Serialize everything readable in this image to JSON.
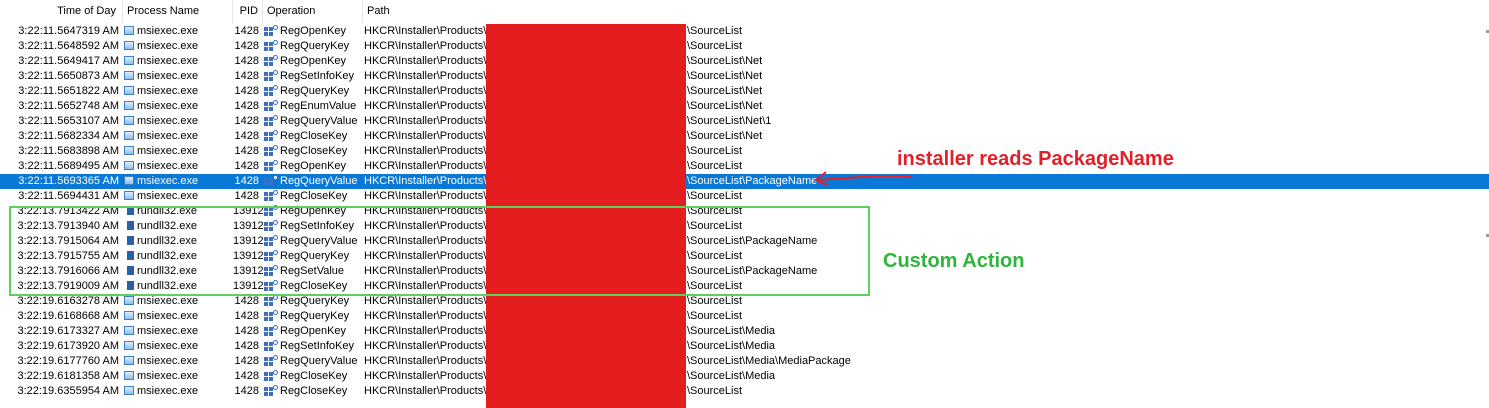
{
  "columns": {
    "time": "Time of Day",
    "process": "Process Name",
    "pid": "PID",
    "operation": "Operation",
    "path": "Path"
  },
  "path_prefix": "HKCR\\Installer\\Products\\",
  "rows": [
    {
      "time": "3:22:11.5647319 AM",
      "process": "msiexec.exe",
      "icon": "msiexec-icon",
      "pid": "1428",
      "operation": "RegOpenKey",
      "path_suffix": "\\SourceList"
    },
    {
      "time": "3:22:11.5648592 AM",
      "process": "msiexec.exe",
      "icon": "msiexec-icon",
      "pid": "1428",
      "operation": "RegQueryKey",
      "path_suffix": "\\SourceList"
    },
    {
      "time": "3:22:11.5649417 AM",
      "process": "msiexec.exe",
      "icon": "msiexec-icon",
      "pid": "1428",
      "operation": "RegOpenKey",
      "path_suffix": "\\SourceList\\Net"
    },
    {
      "time": "3:22:11.5650873 AM",
      "process": "msiexec.exe",
      "icon": "msiexec-icon",
      "pid": "1428",
      "operation": "RegSetInfoKey",
      "path_suffix": "\\SourceList\\Net"
    },
    {
      "time": "3:22:11.5651822 AM",
      "process": "msiexec.exe",
      "icon": "msiexec-icon",
      "pid": "1428",
      "operation": "RegQueryKey",
      "path_suffix": "\\SourceList\\Net"
    },
    {
      "time": "3:22:11.5652748 AM",
      "process": "msiexec.exe",
      "icon": "msiexec-icon",
      "pid": "1428",
      "operation": "RegEnumValue",
      "path_suffix": "\\SourceList\\Net"
    },
    {
      "time": "3:22:11.5653107 AM",
      "process": "msiexec.exe",
      "icon": "msiexec-icon",
      "pid": "1428",
      "operation": "RegQueryValue",
      "path_suffix": "\\SourceList\\Net\\1"
    },
    {
      "time": "3:22:11.5682334 AM",
      "process": "msiexec.exe",
      "icon": "msiexec-icon",
      "pid": "1428",
      "operation": "RegCloseKey",
      "path_suffix": "\\SourceList\\Net"
    },
    {
      "time": "3:22:11.5683898 AM",
      "process": "msiexec.exe",
      "icon": "msiexec-icon",
      "pid": "1428",
      "operation": "RegCloseKey",
      "path_suffix": "\\SourceList"
    },
    {
      "time": "3:22:11.5689495 AM",
      "process": "msiexec.exe",
      "icon": "msiexec-icon",
      "pid": "1428",
      "operation": "RegOpenKey",
      "path_suffix": "\\SourceList"
    },
    {
      "time": "3:22:11.5693365 AM",
      "process": "msiexec.exe",
      "icon": "msiexec-icon",
      "pid": "1428",
      "operation": "RegQueryValue",
      "path_suffix": "\\SourceList\\PackageName",
      "selected": true
    },
    {
      "time": "3:22:11.5694431 AM",
      "process": "msiexec.exe",
      "icon": "msiexec-icon",
      "pid": "1428",
      "operation": "RegCloseKey",
      "path_suffix": "\\SourceList"
    },
    {
      "time": "3:22:13.7913422 AM",
      "process": "rundll32.exe",
      "icon": "rundll32-icon",
      "pid": "13912",
      "operation": "RegOpenKey",
      "path_suffix": "\\SourceList"
    },
    {
      "time": "3:22:13.7913940 AM",
      "process": "rundll32.exe",
      "icon": "rundll32-icon",
      "pid": "13912",
      "operation": "RegSetInfoKey",
      "path_suffix": "\\SourceList"
    },
    {
      "time": "3:22:13.7915064 AM",
      "process": "rundll32.exe",
      "icon": "rundll32-icon",
      "pid": "13912",
      "operation": "RegQueryValue",
      "path_suffix": "\\SourceList\\PackageName"
    },
    {
      "time": "3:22:13.7915755 AM",
      "process": "rundll32.exe",
      "icon": "rundll32-icon",
      "pid": "13912",
      "operation": "RegQueryKey",
      "path_suffix": "\\SourceList"
    },
    {
      "time": "3:22:13.7916066 AM",
      "process": "rundll32.exe",
      "icon": "rundll32-icon",
      "pid": "13912",
      "operation": "RegSetValue",
      "path_suffix": "\\SourceList\\PackageName"
    },
    {
      "time": "3:22:13.7919009 AM",
      "process": "rundll32.exe",
      "icon": "rundll32-icon",
      "pid": "13912",
      "operation": "RegCloseKey",
      "path_suffix": "\\SourceList"
    },
    {
      "time": "3:22:19.6163278 AM",
      "process": "msiexec.exe",
      "icon": "msiexec-icon",
      "pid": "1428",
      "operation": "RegQueryKey",
      "path_suffix": "\\SourceList"
    },
    {
      "time": "3:22:19.6168668 AM",
      "process": "msiexec.exe",
      "icon": "msiexec-icon",
      "pid": "1428",
      "operation": "RegQueryKey",
      "path_suffix": "\\SourceList"
    },
    {
      "time": "3:22:19.6173327 AM",
      "process": "msiexec.exe",
      "icon": "msiexec-icon",
      "pid": "1428",
      "operation": "RegOpenKey",
      "path_suffix": "\\SourceList\\Media"
    },
    {
      "time": "3:22:19.6173920 AM",
      "process": "msiexec.exe",
      "icon": "msiexec-icon",
      "pid": "1428",
      "operation": "RegSetInfoKey",
      "path_suffix": "\\SourceList\\Media"
    },
    {
      "time": "3:22:19.6177760 AM",
      "process": "msiexec.exe",
      "icon": "msiexec-icon",
      "pid": "1428",
      "operation": "RegQueryValue",
      "path_suffix": "\\SourceList\\Media\\MediaPackage"
    },
    {
      "time": "3:22:19.6181358 AM",
      "process": "msiexec.exe",
      "icon": "msiexec-icon",
      "pid": "1428",
      "operation": "RegCloseKey",
      "path_suffix": "\\SourceList\\Media"
    },
    {
      "time": "3:22:19.6355954 AM",
      "process": "msiexec.exe",
      "icon": "msiexec-icon",
      "pid": "1428",
      "operation": "RegCloseKey",
      "path_suffix": "\\SourceList"
    }
  ],
  "annotations": {
    "installer_note": "installer reads PackageName",
    "custom_action": "Custom Action"
  },
  "colors": {
    "selection": "#0a78d7",
    "redaction": "#e41e1e",
    "annotation_red": "#e0212a",
    "annotation_green": "#2fb43c"
  }
}
